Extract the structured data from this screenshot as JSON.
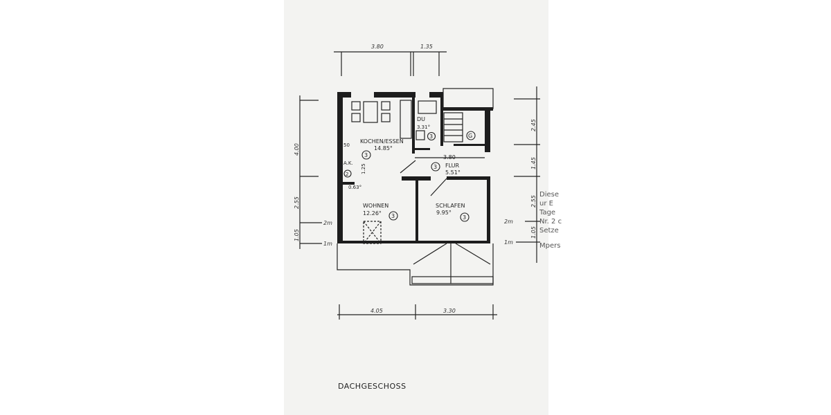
{
  "title": "DACHGESCHOSS",
  "rooms": [
    {
      "name": "KOCHEN/ESSEN",
      "area": "14.85°",
      "number": "3"
    },
    {
      "name": "DU",
      "area": "3.31°",
      "number": "3"
    },
    {
      "name": "FLUR",
      "area": "5.51°",
      "number": "3"
    },
    {
      "name": "A.K.",
      "area": "0.63°",
      "number": "2"
    },
    {
      "name": "WOHNEN",
      "area": "12.26°",
      "number": "3"
    },
    {
      "name": "SCHLAFEN",
      "area": "9.95°",
      "number": "3"
    }
  ],
  "stair_marker": "G",
  "inner_dims": {
    "flur_width": "3.80",
    "ak_offset": "50",
    "ak_height": "1.25"
  },
  "dims": {
    "top": [
      "3.80",
      "1.35"
    ],
    "bottom": [
      "4.05",
      "3.30"
    ],
    "left": [
      "4.00",
      "2.55",
      "1.05"
    ],
    "right": [
      "2.45",
      "1.45",
      "2.55",
      "1.05"
    ],
    "height_marks": [
      "2m",
      "1m"
    ]
  },
  "side_text": [
    "Diese",
    "ur E",
    "Tage",
    "Nr. 2 c",
    "Setze",
    "Mpers"
  ]
}
